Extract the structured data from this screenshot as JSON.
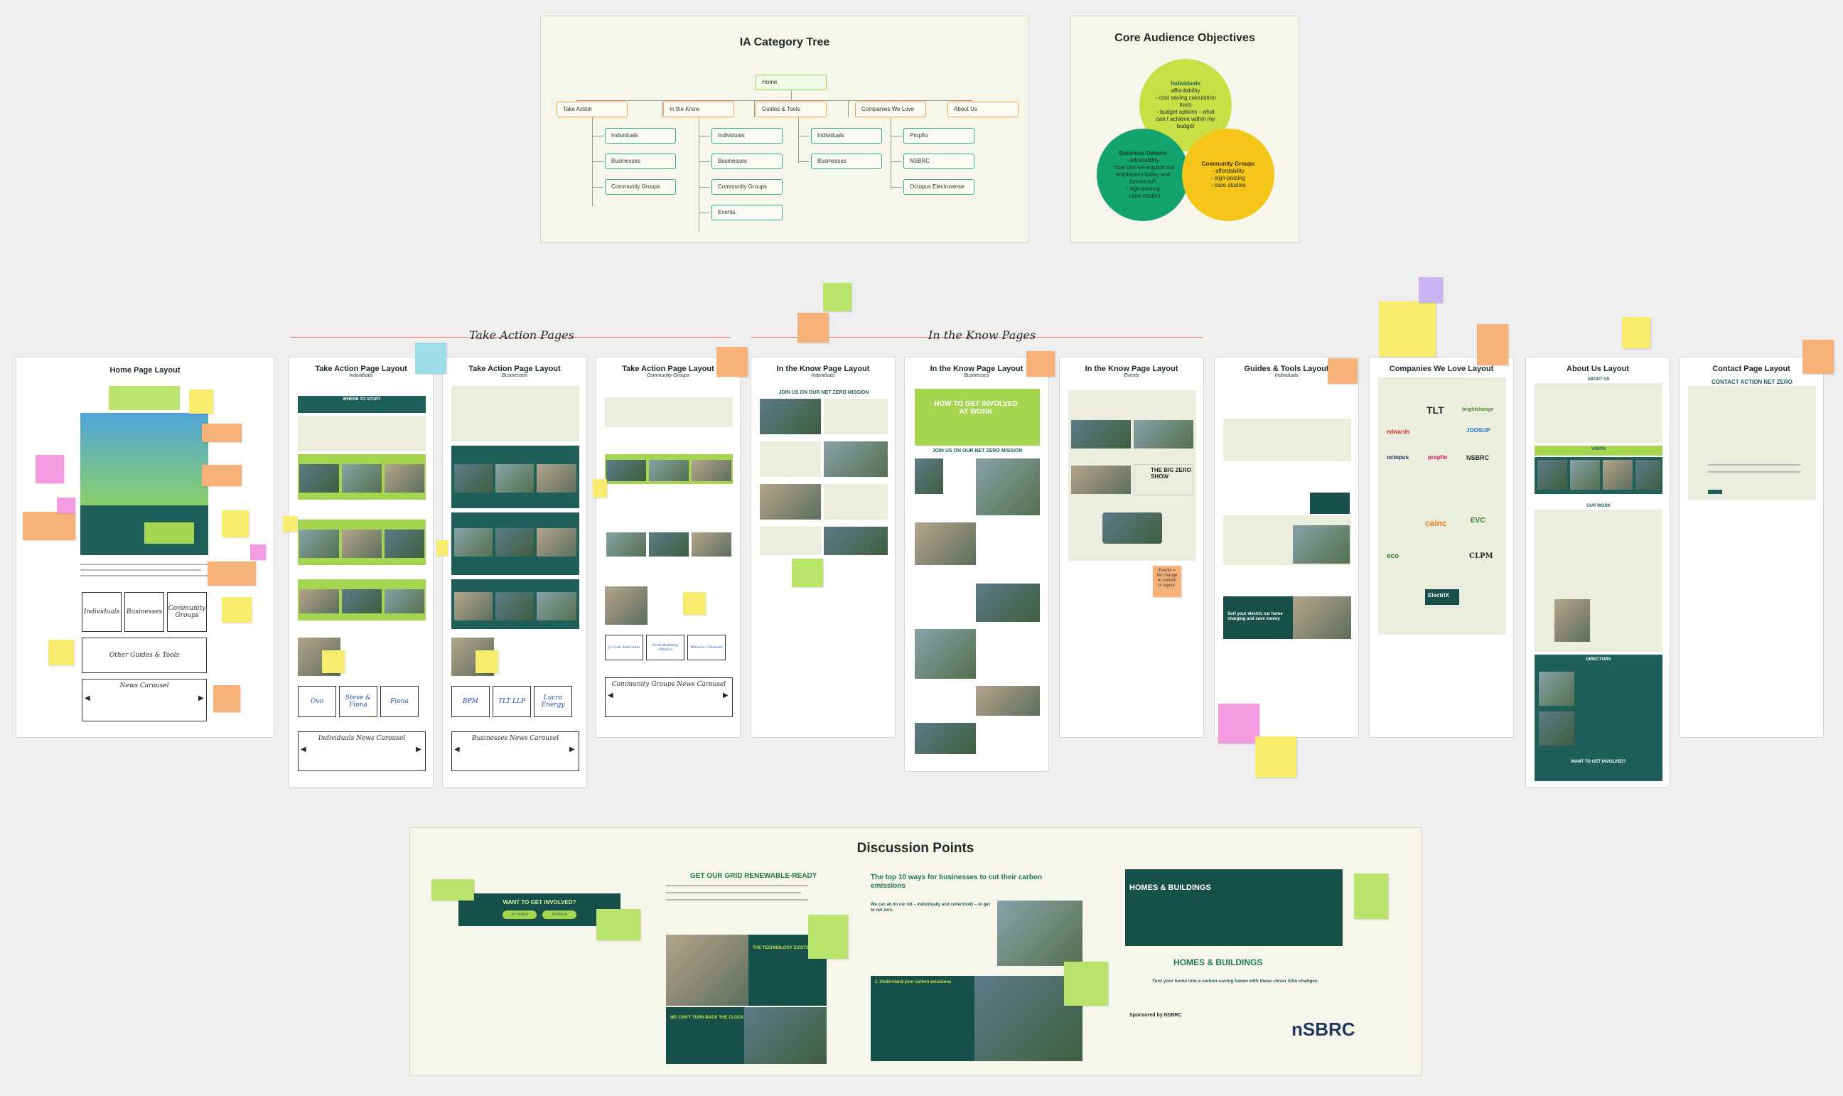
{
  "ia_tree": {
    "title": "IA Category Tree",
    "root": "Home",
    "categories": [
      {
        "label": "Take Action",
        "children": [
          "Individuals",
          "Businesses",
          "Community Groups"
        ]
      },
      {
        "label": "In the Know",
        "children": [
          "Individuals",
          "Businesses",
          "Community Groups",
          "Events"
        ]
      },
      {
        "label": "Guides & Tools",
        "children": [
          "Individuals",
          "Businesses"
        ]
      },
      {
        "label": "Companies We Love",
        "children": [
          "Propfio",
          "NSBRC",
          "Octopus Electroverse"
        ]
      },
      {
        "label": "About Us",
        "children": []
      }
    ]
  },
  "objectives": {
    "title": "Core Audience Objectives",
    "individuals": {
      "heading": "Individuals",
      "lines": [
        "affordability",
        "- cost saving calculation tools",
        "- budget options - what can I achieve within my budget"
      ]
    },
    "business": {
      "heading": "Business Owners",
      "lines": [
        "- affordability",
        "- how can we support our employees today and tomorrow?",
        "- sign-posting",
        "- case studies"
      ]
    },
    "community": {
      "heading": "Community Groups",
      "lines": [
        "- affordability",
        "- sign-posting",
        "- case studies"
      ]
    }
  },
  "sections": {
    "take_action": "Take Action Pages",
    "in_the_know": "In the Know Pages"
  },
  "layouts": {
    "home": {
      "title": "Home Page Layout",
      "cards": [
        "Individuals",
        "Businesses",
        "Community Groups"
      ],
      "guides": "Other Guides & Tools",
      "news": "News Carousel"
    },
    "ta_ind": {
      "title": "Take Action Page Layout",
      "sub": "Individuals",
      "band": "WHERE TO START",
      "logos": [
        "Ovo",
        "Steve & Fiona",
        "Fiona"
      ],
      "news": "Individuals News Carousel"
    },
    "ta_bus": {
      "title": "Take Action Page Layout",
      "sub": "Businesses",
      "logos": [
        "BPM",
        "TLT LLP",
        "Lucra Energy"
      ],
      "news": "Businesses News Carousel"
    },
    "ta_com": {
      "title": "Take Action Page Layout",
      "sub": "Community Groups",
      "logos": [
        "Jo Cain Aldernate",
        "Scott Building Alliance",
        "Wheelie Cotswold"
      ],
      "news": "Community Groups News Carousel"
    },
    "itk_ind": {
      "title": "In the Know Page Layout",
      "sub": "Individuals",
      "band": "JOIN US ON OUR NET ZERO MISSION"
    },
    "itk_bus": {
      "title": "In the Know Page Layout",
      "sub": "Businesses",
      "hero": "HOW TO GET INVOLVED AT WORK",
      "band": "JOIN US ON OUR NET ZERO MISSION"
    },
    "itk_ev": {
      "title": "In the Know Page Layout",
      "sub": "Events",
      "show": "THE BIG ZERO SHOW"
    },
    "guides": {
      "title": "Guides & Tools Layout",
      "sub": "Individuals",
      "ev": "Sort your electric car home charging and save money"
    },
    "companies": {
      "title": "Companies We Love Layout",
      "logos": [
        "TLT",
        "brightchange",
        "edwards",
        "JOOSUP",
        "octopus",
        "propfio",
        "NSBRC",
        "cainc",
        "EVC",
        "eco",
        "CLPM",
        "ElectriX"
      ]
    },
    "about": {
      "title": "About Us Layout",
      "band1": "ABOUT US",
      "band2": "VISION",
      "band3": "OUR WORK",
      "band4": "DIRECTORS",
      "cta": "WANT TO GET INVOLVED?"
    },
    "contact": {
      "title": "Contact Page Layout",
      "band": "CONTACT ACTION NET ZERO"
    }
  },
  "stickies": {
    "events": "Events = No change to content or layout."
  },
  "discussion": {
    "title": "Discussion Points",
    "cta": "WANT TO GET INVOLVED?",
    "cta_buttons": [
      "At Home",
      "At Work"
    ],
    "grid": "GET OUR GRID RENEWABLE-READY",
    "grid_sub1": "THE TECHNOLOGY EXISTS...",
    "grid_sub2": "WE CAN'T TURN BACK THE CLOCK",
    "top10": "The top 10 ways for businesses to cut their carbon emissions",
    "top10_sub": "We can all do our bit – individually and collectively – to get to net zero.",
    "top10_item": "1. Understand your carbon emissions",
    "homes": "HOMES & BUILDINGS",
    "homes_sub": "Turn your home into a carbon-saving haven with these clever little changes.",
    "sponsored": "Sponsored by NSBRC",
    "nsbrc": "nSBRC"
  }
}
